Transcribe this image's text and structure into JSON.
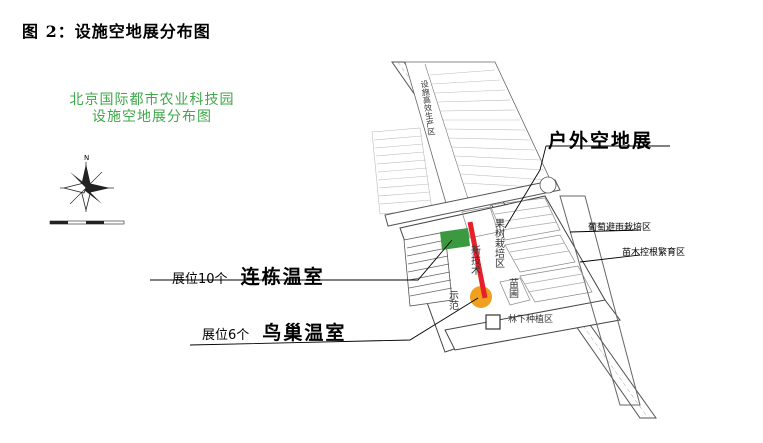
{
  "figure_title": "图 2：设施空地展分布图",
  "park_title_line1": "北京国际都市农业科技园",
  "park_title_line2": "设施空地展分布图",
  "outdoor": {
    "label": "户外空地展"
  },
  "multispan": {
    "prefix": "展位10个",
    "name": "连栋温室"
  },
  "nest": {
    "prefix": "展位6个",
    "name": "鸟巢温室"
  },
  "zones": {
    "grape": "葡萄避雨栽培区",
    "seedling": "苗木控根繁育区",
    "facility_vertical": "设施高效生产区",
    "tech_vertical": "新技术",
    "fruit_vertical": "果树栽培区",
    "demo_vertical": "示范",
    "nursery_vertical": "苗圃",
    "flower_block": "林下种植区"
  },
  "colors": {
    "multispan_marker": "#3b9a3f",
    "nest_marker": "#f0a020",
    "outdoor_strip": "#e8202a",
    "park_title": "#3fa84a"
  }
}
